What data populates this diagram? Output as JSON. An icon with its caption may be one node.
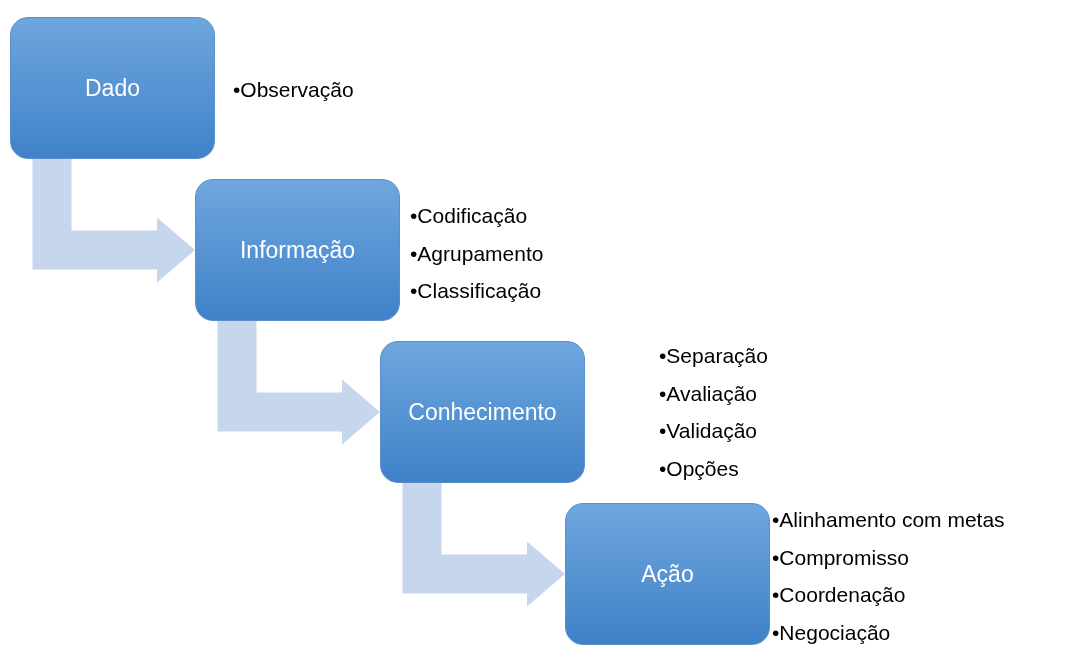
{
  "diagram": {
    "nodes": [
      {
        "text": [
          "Dado"
        ],
        "beside": [
          "•Observação"
        ]
      },
      {
        "text": [
          "Informação"
        ],
        "beside": [
          "•Codificação",
          "•Agrupamento",
          "•Classificação"
        ]
      },
      {
        "text": [
          "Conhecimento"
        ],
        "beside": [
          "•Separação",
          "•Avaliação",
          "•Validação",
          "•Opções"
        ]
      },
      {
        "text": [
          "Ação"
        ],
        "beside": [
          "•Alinhamento com metas",
          "•Compromisso",
          "•Coordenação",
          "•Negociação"
        ]
      }
    ],
    "edges": [
      {
        "from": 0,
        "to": 1,
        "arrow": "to",
        "style": "thick"
      },
      {
        "from": 1,
        "to": 2,
        "arrow": "to",
        "style": "thick"
      },
      {
        "from": 2,
        "to": 3,
        "arrow": "to",
        "style": "thick"
      }
    ]
  }
}
